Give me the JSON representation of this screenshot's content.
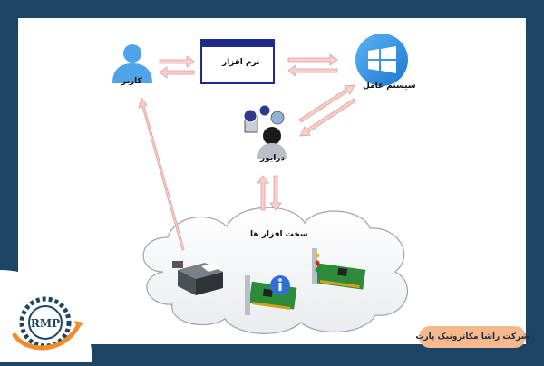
{
  "labels": {
    "user": "کاربر",
    "software": "نرم افزار",
    "os": "سیستم عامل",
    "driver": "درایور",
    "hardware": "سخت افزار ها"
  },
  "logo": {
    "text": "RMP"
  },
  "company": "شرکت راشا مکاترونیک پارت",
  "colors": {
    "background": "#1b4467",
    "arrow": "#f2b5b0",
    "windows_blue": "#2e8fe0",
    "badge": "#f6b98c"
  }
}
